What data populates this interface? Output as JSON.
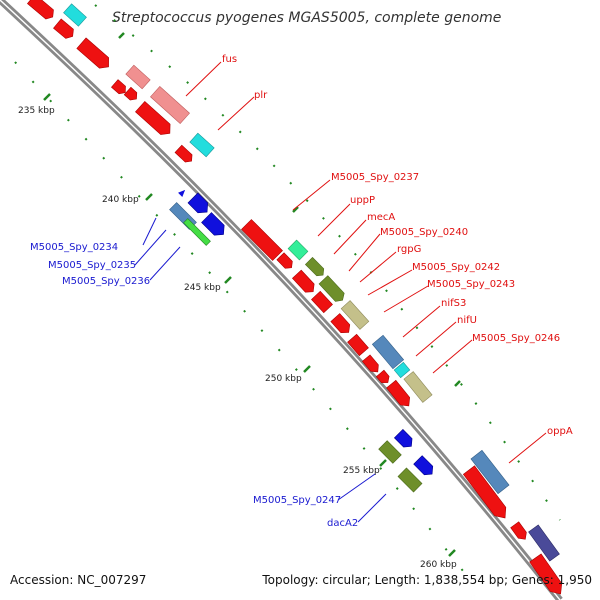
{
  "title": "Streptococcus pyogenes MGAS5005, complete genome",
  "footer": {
    "accession": "Accession: NC_007297",
    "topology": "Topology: circular; Length: 1,838,554 bp; Genes: 1,950"
  },
  "scale_ticks": [
    "235 kbp",
    "240 kbp",
    "245 kbp",
    "250 kbp",
    "255 kbp",
    "260 kbp"
  ],
  "gene_labels_right": [
    "fus",
    "plr",
    "M5005_Spy_0237",
    "uppP",
    "mecA",
    "M5005_Spy_0240",
    "rgpG",
    "M5005_Spy_0242",
    "M5005_Spy_0243",
    "nifS3",
    "nifU",
    "M5005_Spy_0246",
    "oppA"
  ],
  "gene_labels_left": [
    "M5005_Spy_0234",
    "M5005_Spy_0235",
    "M5005_Spy_0236",
    "M5005_Spy_0247",
    "dacA2"
  ],
  "colors": {
    "backbone": "#8a8a8a",
    "red_gene": "#ee1111",
    "pink_gene": "#f09090",
    "cyan_gene": "#22dddd",
    "blue_gene": "#1010dd",
    "steelblue_gene": "#5588bb",
    "olive_gene": "#6e8f2a",
    "khaki_gene": "#c4c08a",
    "green_gene": "#44dd44",
    "teal_gene": "#33ee99",
    "navy_gene": "#4a4a99",
    "tick_marks": "#228822",
    "right_label": "#e01010",
    "left_label": "#1a1ad0"
  }
}
